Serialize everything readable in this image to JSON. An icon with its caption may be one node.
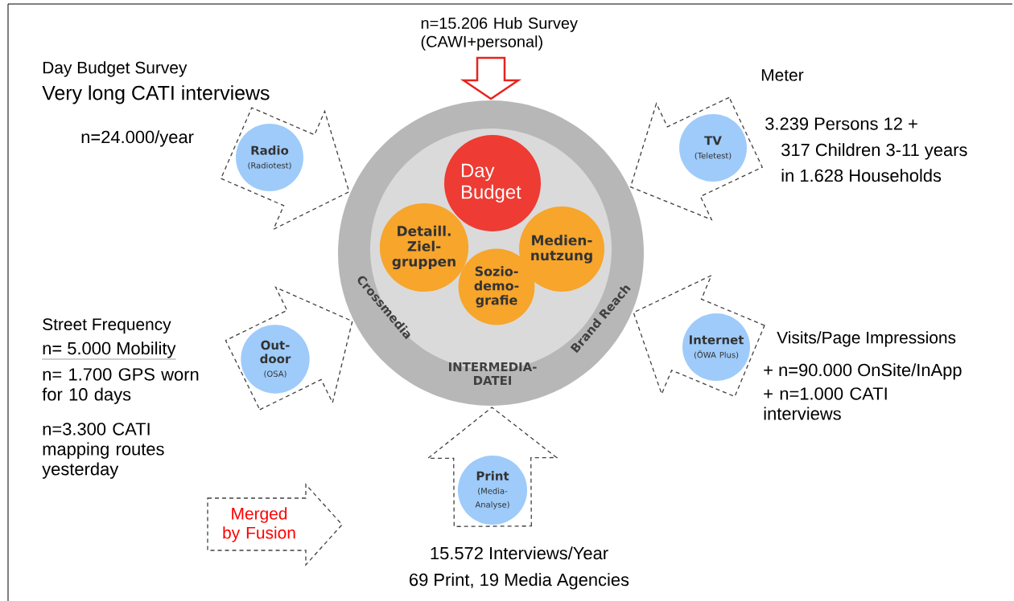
{
  "diagram": {
    "nodes": [
      {
        "text": [
          "Crossmedia",
          "INTERMEDIA- DATEI",
          "Brand Reach"
        ]
      },
      {
        "text": [
          "Day Budget"
        ],
        "in": 0
      },
      {
        "text": [
          "Detaill. Ziel- gruppen"
        ],
        "in": 0
      },
      {
        "text": [
          "Medien- nutzung"
        ],
        "in": 0
      },
      {
        "text": [
          "Sozio- demo- grafie"
        ],
        "in": 0
      },
      {
        "text": [
          "Radio",
          "(Radiotest)"
        ],
        "beside": [
          "Day Budget Survey",
          "Very long CATI interviews",
          "n=24.000/year"
        ]
      },
      {
        "text": [
          "TV",
          "(Teletest)"
        ],
        "beside": [
          "Meter",
          "3.239 Persons 12 +",
          "317 Children 3-11 years",
          "in 1.628 Households"
        ]
      },
      {
        "text": [
          "Out- door",
          "(OSA)"
        ],
        "beside": [
          "Street Frequency",
          "n= 5.000 Mobility",
          "n= 1.700 GPS worn for 10 days",
          "n=3.300 CATI mapping routes yesterday"
        ]
      },
      {
        "text": [
          "Internet",
          "(ÖWA Plus)"
        ],
        "beside": [
          "Visits/Page Impressions",
          "+ n=90.000 OnSite/InApp",
          "+ n=1.000 CATI interviews"
        ]
      },
      {
        "text": [
          "Print",
          "(Media- Analyse)"
        ],
        "beside": [
          "15.572 Interviews/Year",
          "69 Print, 19 Media Agencies"
        ]
      },
      {
        "text": [
          "n=15.206 Hub Survey (CAWI+personal)"
        ]
      },
      {
        "text": [
          "Merged by Fusion"
        ]
      }
    ],
    "edges": [
      {
        "from": 10,
        "to": 0,
        "arrow": "to",
        "color": "#e8231f"
      },
      {
        "from": 5,
        "to": 0,
        "arrow": "to",
        "style": "dashed"
      },
      {
        "from": 6,
        "to": 0,
        "arrow": "to",
        "style": "dashed"
      },
      {
        "from": 7,
        "to": 0,
        "arrow": "to",
        "style": "dashed"
      },
      {
        "from": 8,
        "to": 0,
        "arrow": "to",
        "style": "dashed"
      },
      {
        "from": 9,
        "to": 0,
        "arrow": "to",
        "style": "dashed"
      }
    ]
  }
}
